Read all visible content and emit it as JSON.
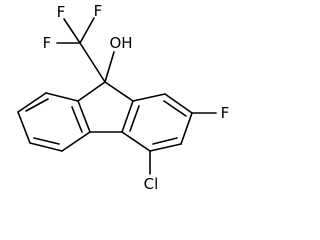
{
  "molecule": {
    "labels": {
      "f_top_left": "F",
      "f_top_right": "F",
      "f_left": "F",
      "hydroxyl": "OH",
      "f_ring": "F",
      "chlorine": "Cl"
    }
  }
}
